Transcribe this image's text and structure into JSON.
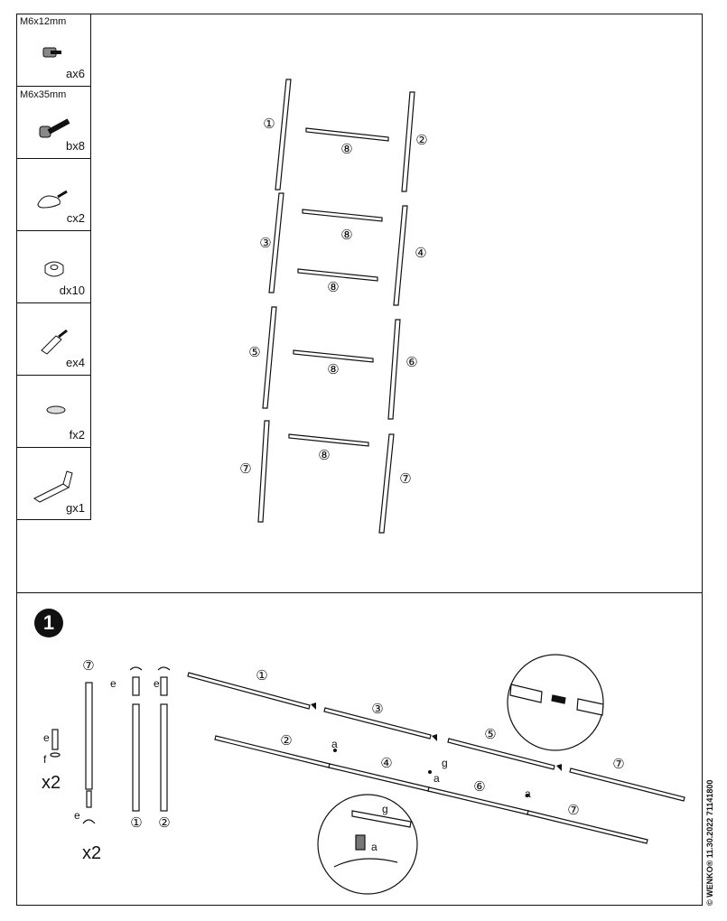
{
  "parts": [
    {
      "spec": "M6x12mm",
      "qty": "ax6",
      "icon": "short-bolt-icon"
    },
    {
      "spec": "M6x35mm",
      "qty": "bx8",
      "icon": "long-bolt-icon"
    },
    {
      "spec": "",
      "qty": "cx2",
      "icon": "hook-icon"
    },
    {
      "spec": "",
      "qty": "dx10",
      "icon": "washer-cap-icon"
    },
    {
      "spec": "",
      "qty": "ex4",
      "icon": "foot-connector-icon"
    },
    {
      "spec": "",
      "qty": "fx2",
      "icon": "pad-icon"
    },
    {
      "spec": "",
      "qty": "gx1",
      "icon": "allen-key-icon"
    }
  ],
  "overview_labels": {
    "n1": "①",
    "n2": "②",
    "n3": "③",
    "n4": "④",
    "n5": "⑤",
    "n6": "⑥",
    "n7": "⑦",
    "n8": "⑧"
  },
  "step": {
    "number": "1",
    "x2_a": "x2",
    "x2_b": "x2",
    "e": "e",
    "f": "f",
    "a": "a",
    "g": "g"
  },
  "footer": "© WENKO® 11.30.2022 71141800"
}
